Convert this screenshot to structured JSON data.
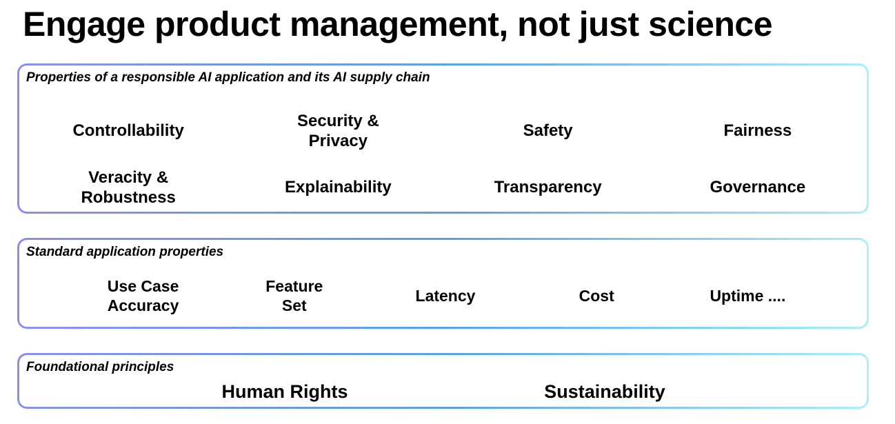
{
  "title": "Engage product management, not just science",
  "boxes": [
    {
      "header": "Properties of a responsible AI application and its AI supply chain",
      "items": [
        "Controllability",
        "Security &\nPrivacy",
        "Safety",
        "Fairness",
        "Veracity &\nRobustness",
        "Explainability",
        "Transparency",
        "Governance"
      ]
    },
    {
      "header": "Standard application properties",
      "items": [
        "Use Case\nAccuracy",
        "Feature\nSet",
        "Latency",
        "Cost",
        "Uptime ...."
      ]
    },
    {
      "header": "Foundational principles",
      "items": [
        "Human Rights",
        "Sustainability"
      ]
    }
  ],
  "colors": {
    "background": "#ffffff",
    "text": "#000000",
    "border_gradient_start": "#8b8ef0",
    "border_gradient_mid": "#57a0e7",
    "border_gradient_end": "#a9eefa"
  }
}
